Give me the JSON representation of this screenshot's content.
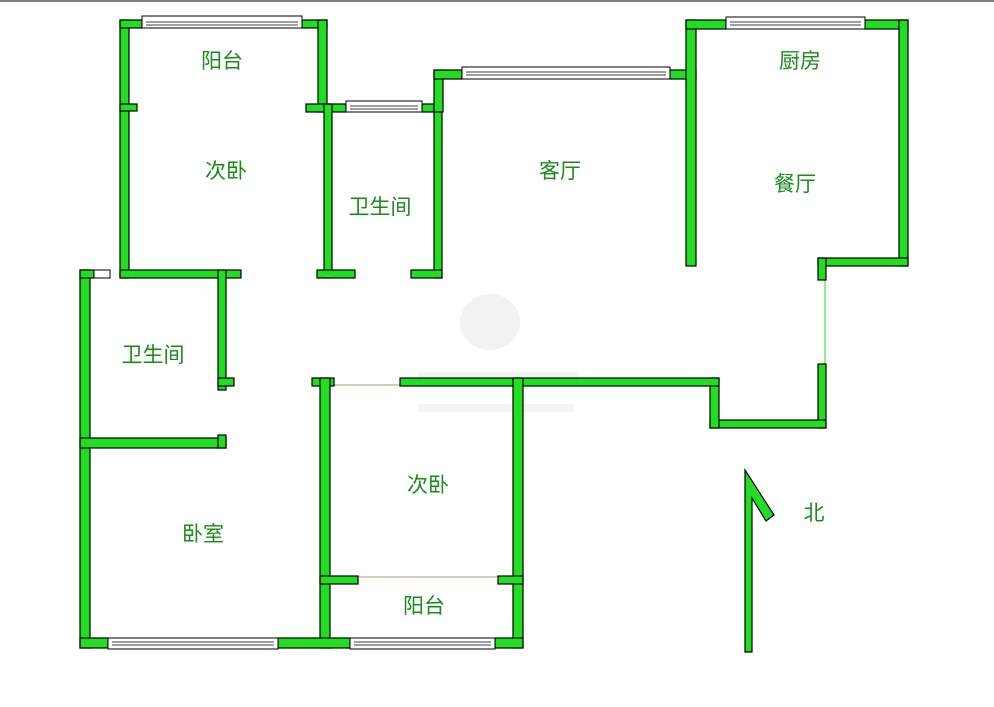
{
  "floor_plan": {
    "rooms": [
      {
        "id": "balcony-top",
        "label": "阳台"
      },
      {
        "id": "bedroom-second-top",
        "label": "次卧"
      },
      {
        "id": "bathroom-top",
        "label": "卫生间"
      },
      {
        "id": "living-room",
        "label": "客厅"
      },
      {
        "id": "kitchen",
        "label": "厨房"
      },
      {
        "id": "dining-room",
        "label": "餐厅"
      },
      {
        "id": "bathroom-left",
        "label": "卫生间"
      },
      {
        "id": "bedroom-second-bottom",
        "label": "次卧"
      },
      {
        "id": "master-bedroom",
        "label": "卧室"
      },
      {
        "id": "balcony-bottom",
        "label": "阳台"
      }
    ],
    "north_label": "北",
    "wall_color": "#22dd22",
    "label_color": "#1b8a1b"
  }
}
